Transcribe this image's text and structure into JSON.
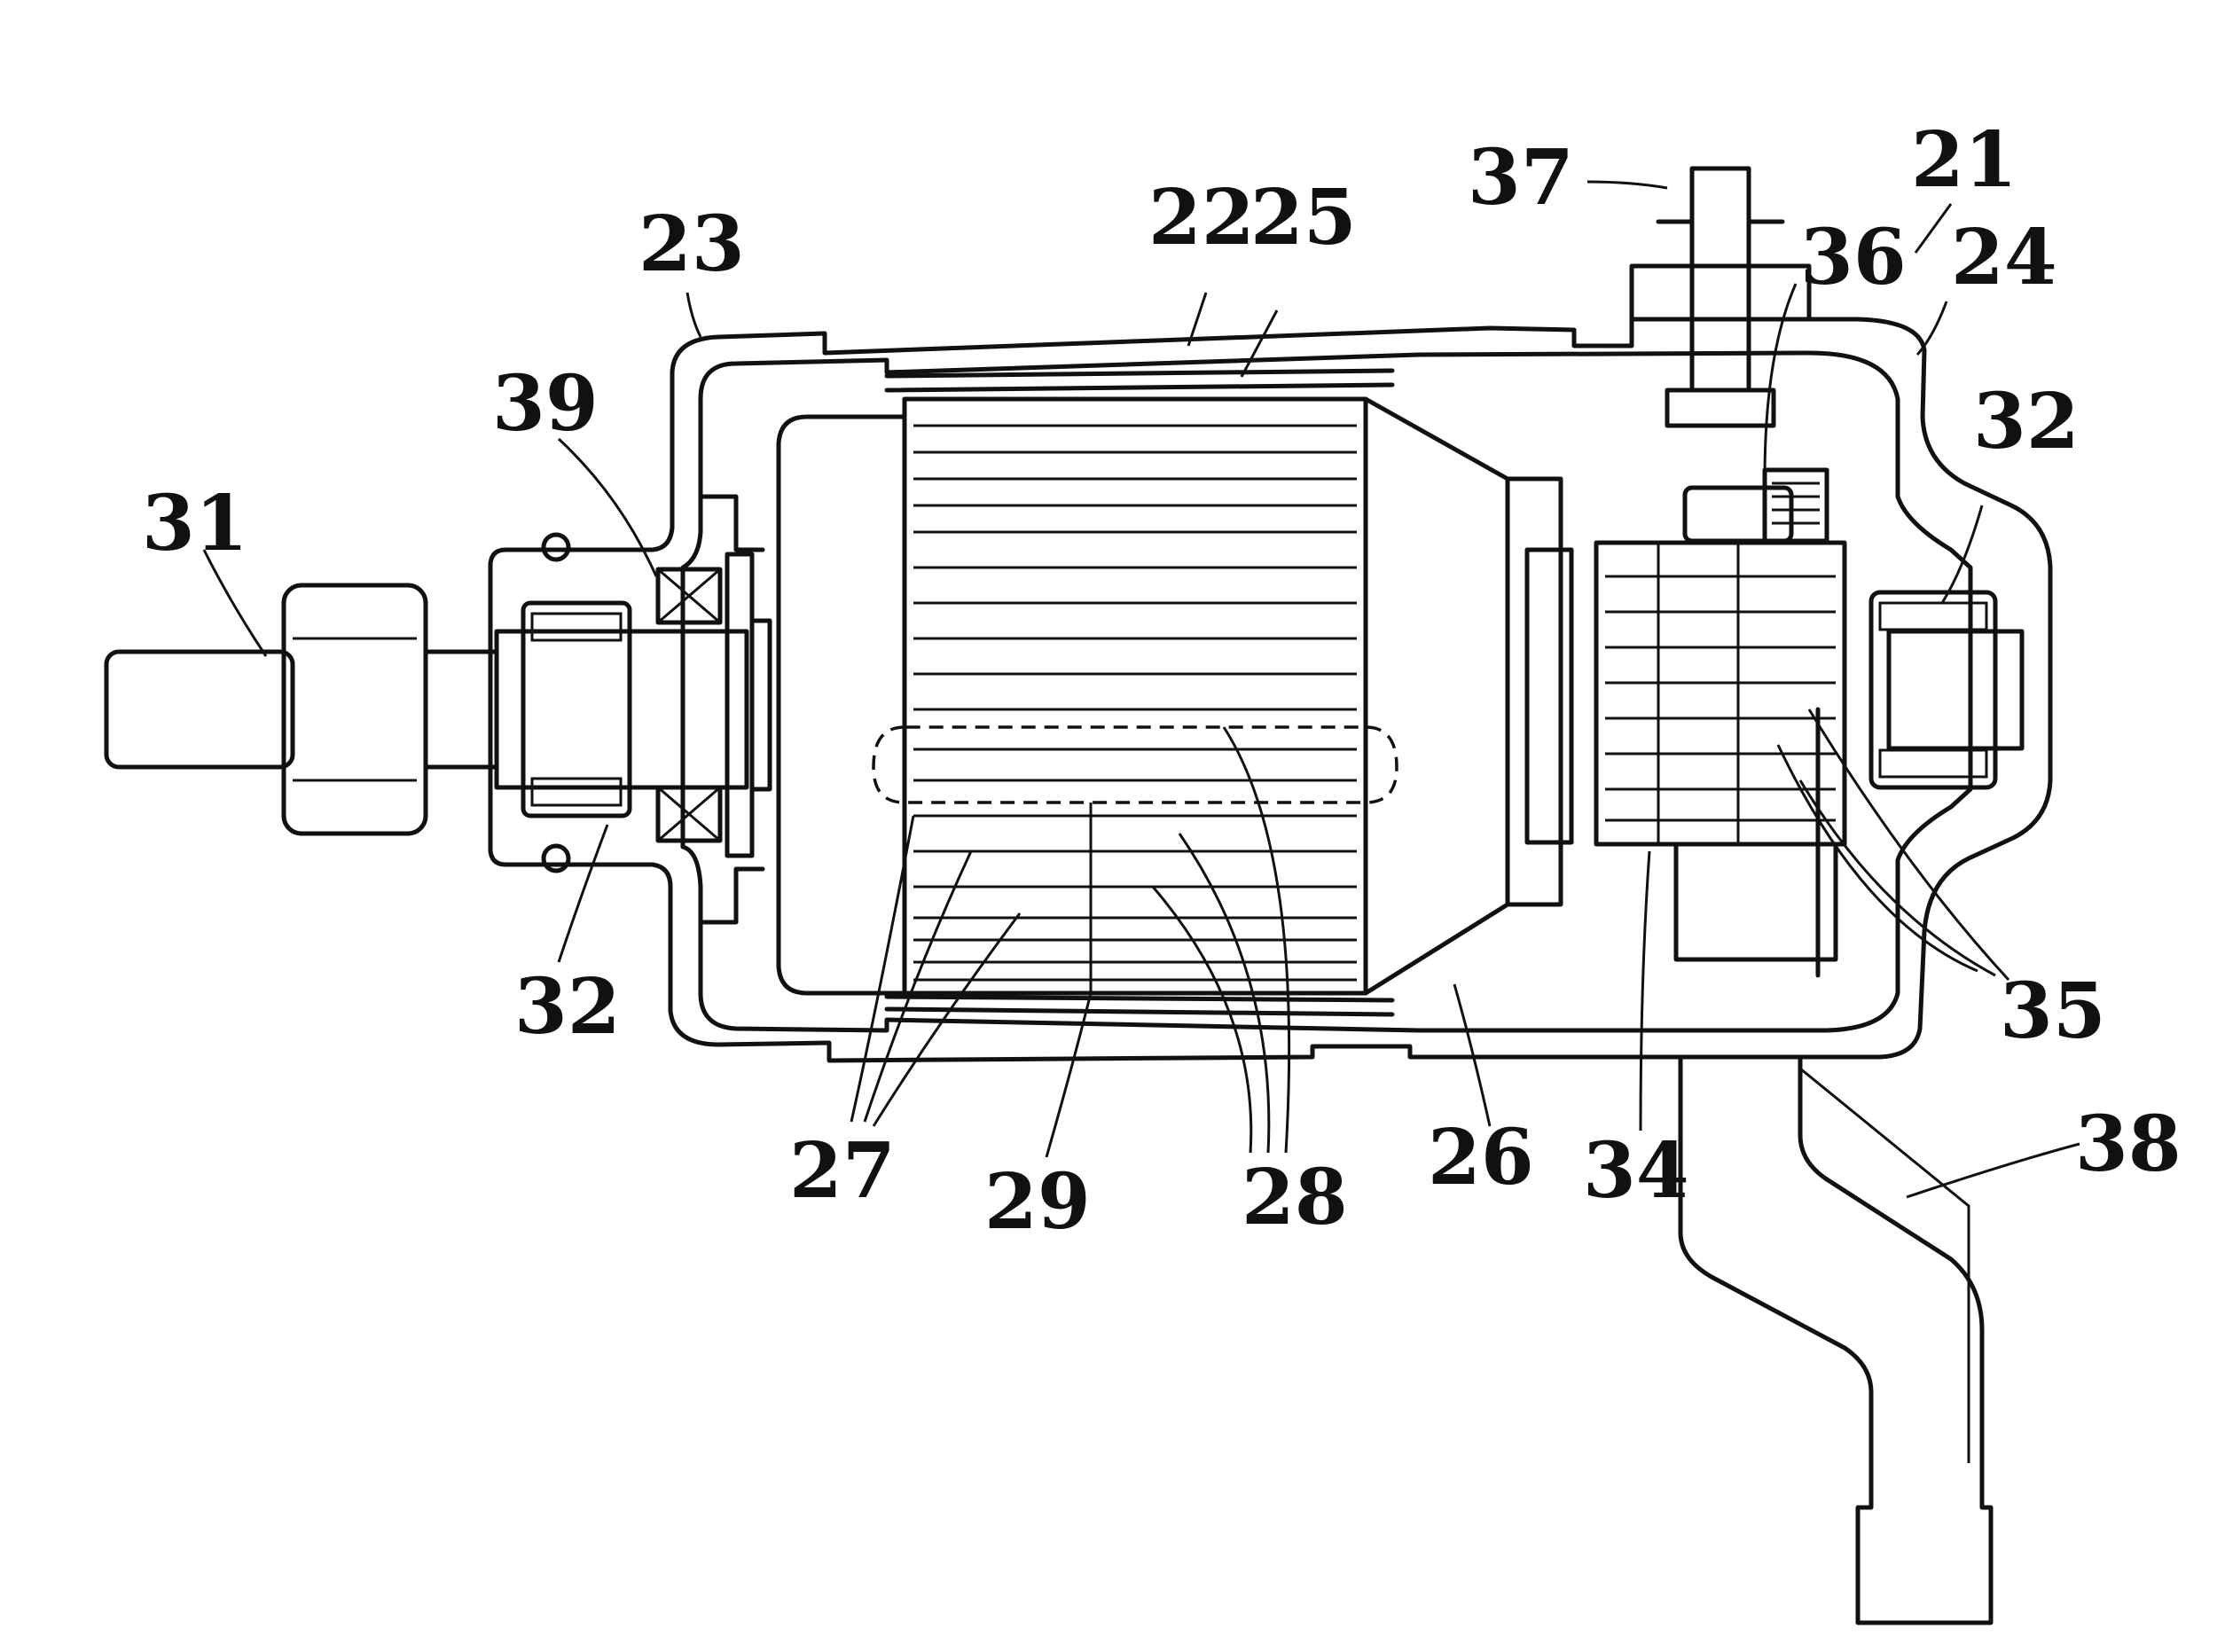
{
  "figure": {
    "labels": {
      "l21": "21",
      "l22": "22",
      "l23": "23",
      "l24": "24",
      "l25": "25",
      "l26": "26",
      "l27": "27",
      "l28": "28",
      "l29": "29",
      "l31": "31",
      "l32a": "32",
      "l32b": "32",
      "l34": "34",
      "l35": "35",
      "l36": "36",
      "l37": "37",
      "l38": "38",
      "l39": "39"
    }
  }
}
